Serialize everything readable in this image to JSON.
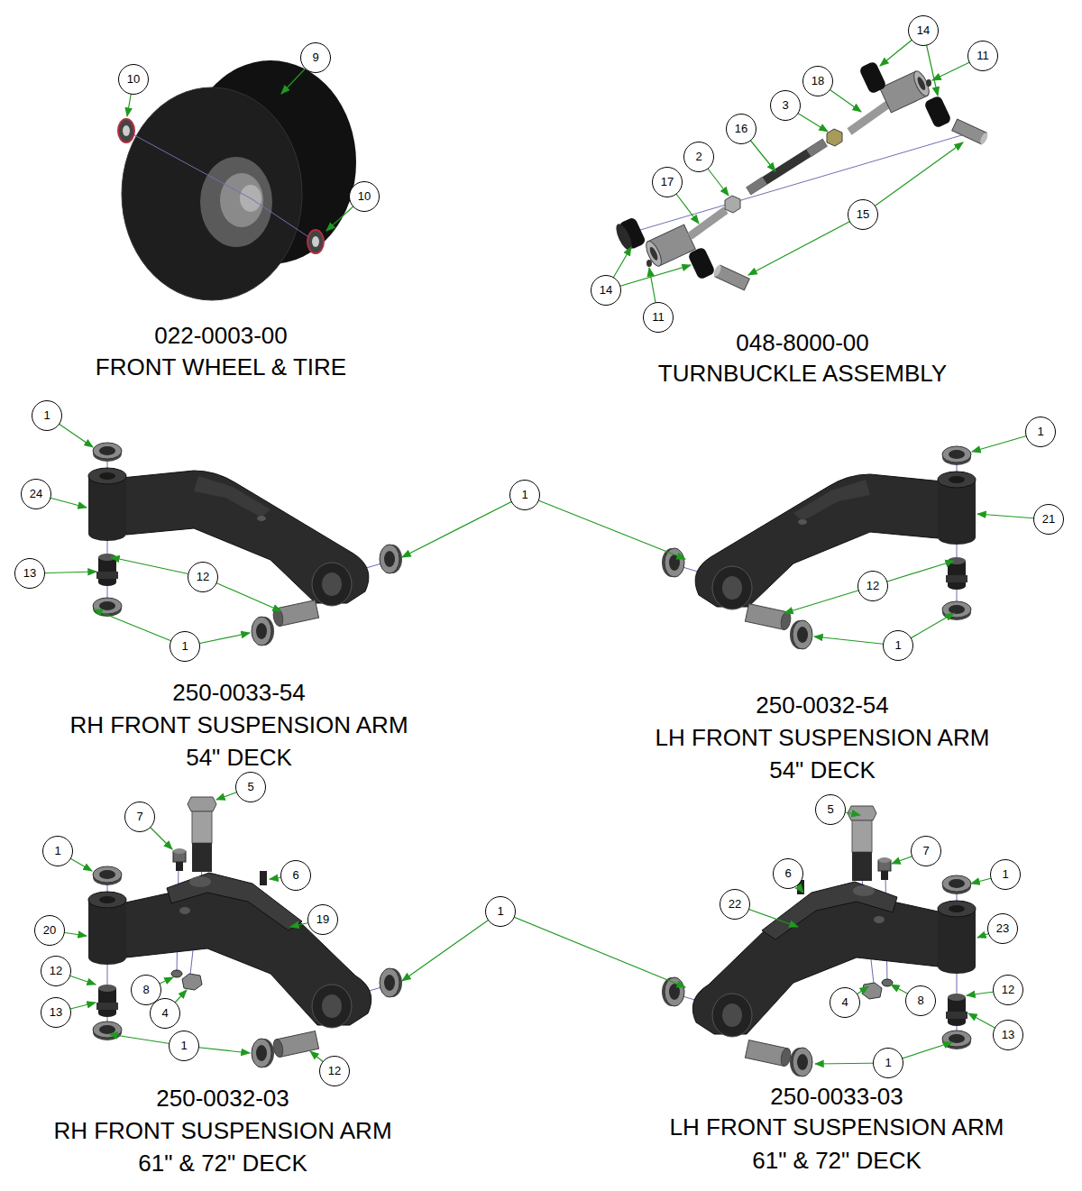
{
  "diagram": {
    "labels": [
      "10",
      "9",
      "10",
      "022-0003-00",
      "FRONT WHEEL & TIRE",
      "14",
      "11",
      "18",
      "3",
      "16",
      "2",
      "17",
      "15",
      "14",
      "11",
      "048-8000-00",
      "TURNBUCKLE ASSEMBLY",
      "1",
      "1",
      "24",
      "1",
      "21",
      "13",
      "12",
      "12",
      "1",
      "1",
      "250-0033-54",
      "RH FRONT SUSPENSION ARM",
      "54\" DECK",
      "250-0032-54",
      "LH FRONT SUSPENSION ARM",
      "54\" DECK",
      "5",
      "7",
      "5",
      "1",
      "7",
      "6",
      "6",
      "1",
      "22",
      "1",
      "19",
      "20",
      "23",
      "12",
      "12",
      "8",
      "8",
      "4",
      "4",
      "13",
      "13",
      "1",
      "1",
      "12",
      "250-0032-03",
      "RH FRONT SUSPENSION ARM",
      "61\" & 72\" DECK",
      "250-0033-03",
      "LH FRONT SUSPENSION ARM",
      "61\" & 72\" DECK"
    ]
  }
}
